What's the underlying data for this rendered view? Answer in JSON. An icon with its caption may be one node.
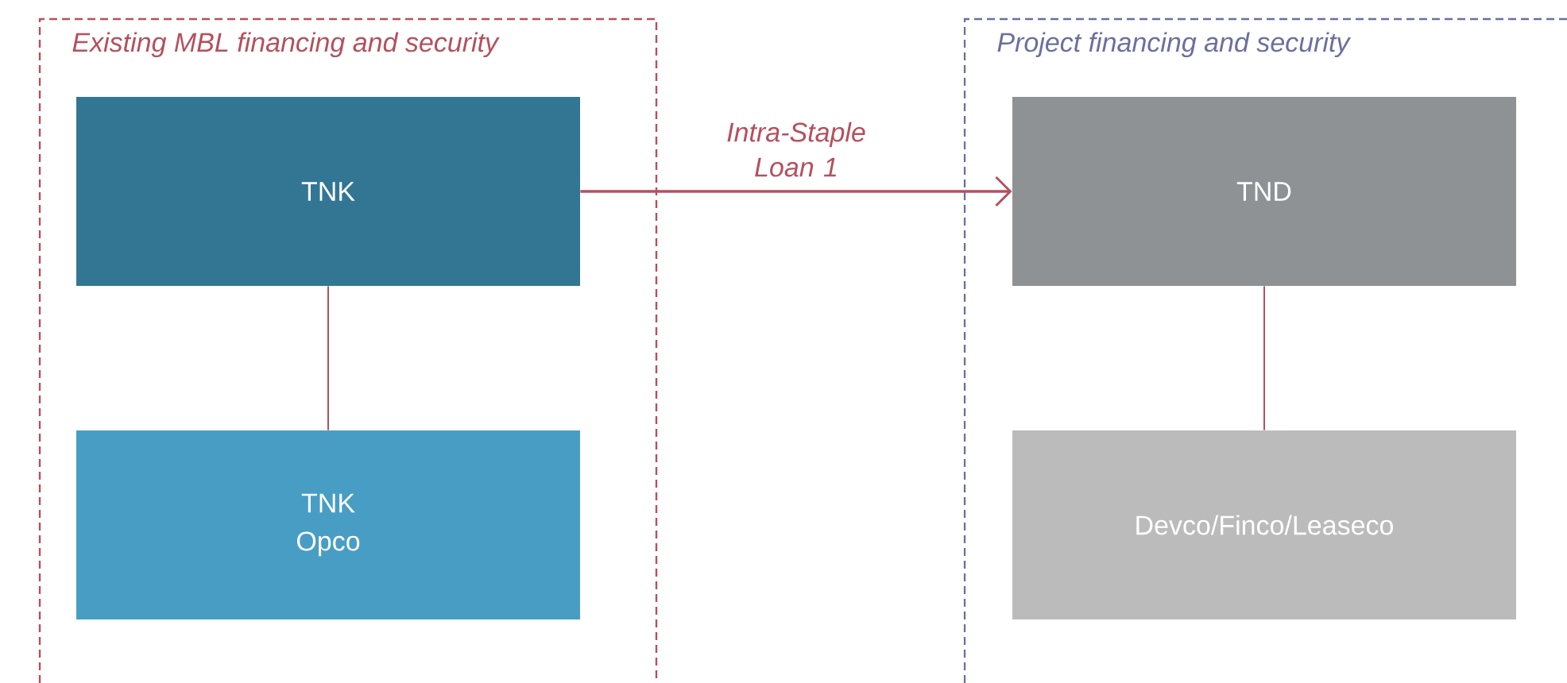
{
  "diagram": {
    "nodes": [
      {
        "text": [
          "Existing MBL financing and security"
        ]
      },
      {
        "text": [
          "TNK"
        ],
        "in": 0
      },
      {
        "text": [
          "TNK Opco"
        ],
        "in": 0
      },
      {
        "text": [
          "Project financing and security"
        ]
      },
      {
        "text": [
          "TND"
        ],
        "in": 3
      },
      {
        "text": [
          "Devco/Finco/Leaseco"
        ],
        "in": 3
      }
    ],
    "edges": [
      {
        "from": 1,
        "to": 4,
        "arrow": "to",
        "label": "Intra-Staple Loan 1"
      },
      {
        "from": 1,
        "to": 2,
        "arrow": "none"
      },
      {
        "from": 4,
        "to": 5,
        "arrow": "none"
      }
    ]
  }
}
